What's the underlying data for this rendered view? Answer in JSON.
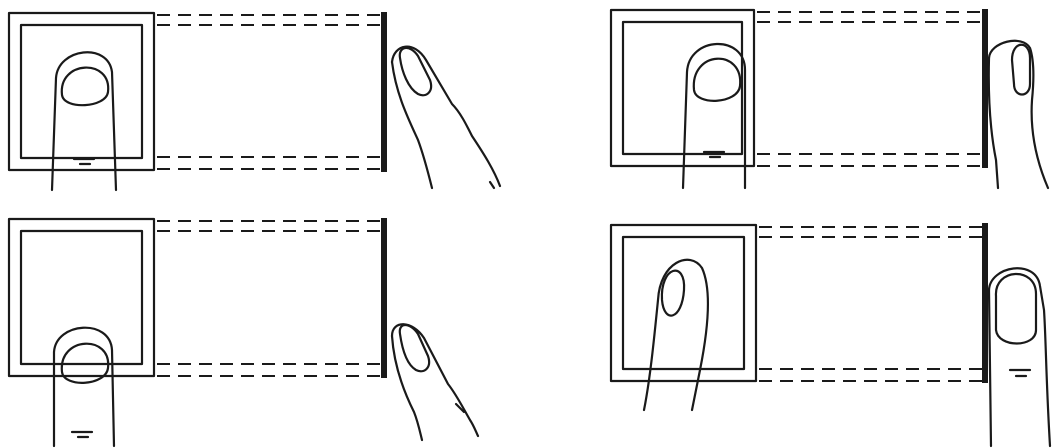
{
  "figure": {
    "kind": "fingerprint-placement-diagram",
    "panels": [
      {
        "id": "panel-top-left",
        "finger_side_view": "finger-angled",
        "finger_position": "center"
      },
      {
        "id": "panel-top-right",
        "finger_side_view": "finger-flat",
        "finger_position": "center-low"
      },
      {
        "id": "panel-bottom-left",
        "finger_side_view": "finger-angled",
        "finger_position": "bottom-edge"
      },
      {
        "id": "panel-bottom-right",
        "finger_side_view": "finger-flat",
        "finger_position": "left-tilted"
      }
    ],
    "colors": {
      "ink": "#1a1a1a",
      "background": "#ffffff"
    }
  }
}
